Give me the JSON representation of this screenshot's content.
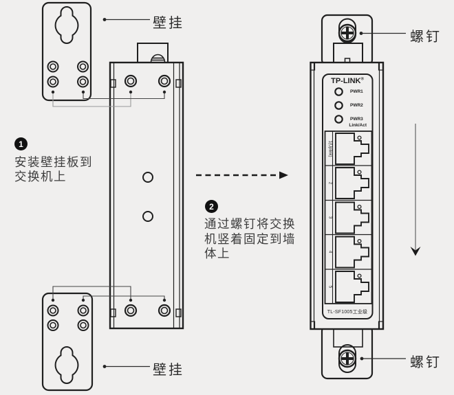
{
  "callouts": {
    "wall_mount_top": "壁挂",
    "wall_mount_bottom": "壁挂",
    "screw_top": "螺钉",
    "screw_bottom": "螺钉"
  },
  "steps": [
    {
      "number": "1",
      "lines": [
        "安装壁挂板到",
        "交换机上"
      ]
    },
    {
      "number": "2",
      "lines": [
        "通过螺钉将交换",
        "机竖着固定到墙",
        "体上"
      ]
    }
  ],
  "device": {
    "brand": "TP-LINK",
    "registered_mark": "®",
    "leds": [
      "PWR1",
      "PWR2",
      "PWR3"
    ],
    "link_act_label": "Link/Act",
    "port_labels": [
      "1(Uplink)",
      "2",
      "3",
      "4",
      "5"
    ],
    "model_label": "TL-SF1005工业级"
  },
  "colors": {
    "background": "#f0efee",
    "line_art": "#1f1f1f",
    "thin_connector": "#444444",
    "gray_connector": "#999999",
    "down_arrow_shaft": "#9b9b9b",
    "step_badge": "#111111"
  }
}
